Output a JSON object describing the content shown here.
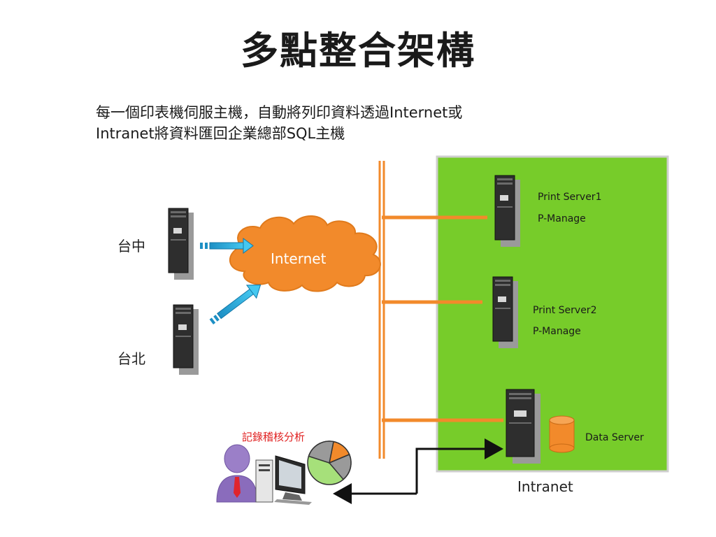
{
  "slide": {
    "title": "多點整合架構",
    "description": {
      "line1": "每一個印表機伺服主機，自動將列印資料透過Internet或",
      "line2": "Intranet將資料匯回企業總部SQL主機"
    }
  },
  "branches": {
    "taichung": "台中",
    "taipei": "台北"
  },
  "cloud": {
    "label": "Internet"
  },
  "servers": {
    "print_server_1": {
      "name": "Print Server1",
      "app": "P-Manage"
    },
    "print_server_2": {
      "name": "Print Server2",
      "app": "P-Manage"
    },
    "data_server": {
      "name": "Data Server"
    }
  },
  "network": {
    "label": "Intranet"
  },
  "audit": {
    "label": "記錄稽核分析"
  },
  "colors": {
    "intranet_panel": "#77cc2a",
    "backbone": "#f28a2b",
    "cloud": "#f28a2b",
    "arrow": "#29b6e8",
    "server_body": "#2e2e2e",
    "database": "#f28a2b"
  },
  "icons": [
    "server-icon",
    "internet-cloud-icon",
    "database-icon",
    "person-icon",
    "computer-icon",
    "pie-chart-icon"
  ]
}
